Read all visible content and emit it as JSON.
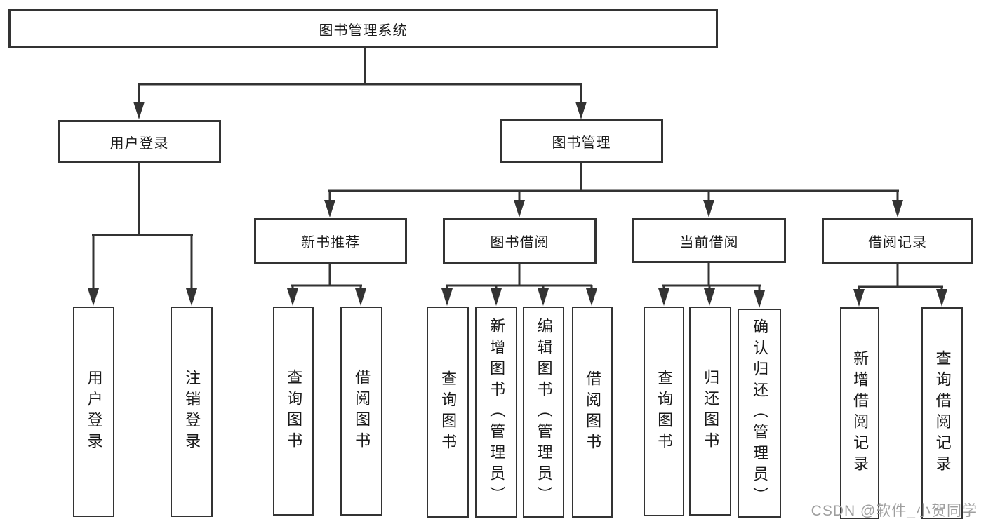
{
  "diagram": {
    "type": "tree",
    "root": "图书管理系统",
    "branches": [
      {
        "label": "用户登录",
        "children": [
          "用户登录",
          "注销登录"
        ]
      },
      {
        "label": "图书管理",
        "sections": [
          {
            "label": "新书推荐",
            "children": [
              "查询图书",
              "借阅图书"
            ]
          },
          {
            "label": "图书借阅",
            "children": [
              "查询图书",
              "新增图书（管理员）",
              "编辑图书（管理员）",
              "借阅图书"
            ]
          },
          {
            "label": "当前借阅",
            "children": [
              "查询图书",
              "归还图书",
              "确认归还（管理员）"
            ]
          },
          {
            "label": "借阅记录",
            "children": [
              "新增借阅记录",
              "查询借阅记录"
            ]
          }
        ]
      }
    ],
    "watermark": "CSDN @软件_小贺同学",
    "colors": {
      "line": "#333333",
      "box_border": "#333333",
      "text": "#1a1a1a",
      "background": "#ffffff",
      "watermark": "#9e9e9e"
    }
  }
}
